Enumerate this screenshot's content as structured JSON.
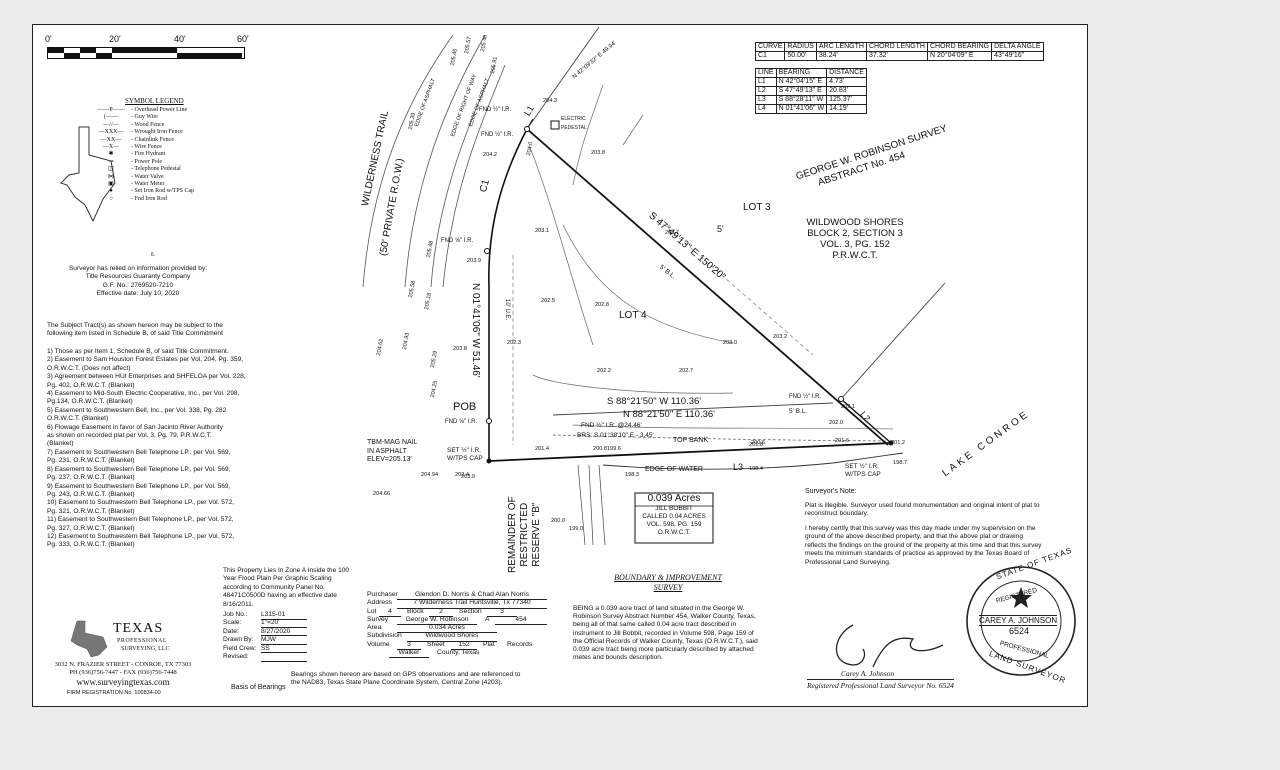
{
  "scale": {
    "labels": [
      "0'",
      "20'",
      "40'",
      "60'"
    ]
  },
  "legend": {
    "title": "SYMBOL LEGEND",
    "items": [
      {
        "sym": "——P——",
        "text": "- Overhead Power Line"
      },
      {
        "sym": "(——",
        "text": "- Guy Wire"
      },
      {
        "sym": "—//—",
        "text": "- Wood Fence"
      },
      {
        "sym": "—XXX—",
        "text": "- Wrought Iron Fence"
      },
      {
        "sym": "—XX—",
        "text": "- Chainlink Fence"
      },
      {
        "sym": "—X—",
        "text": "- Wire Fence"
      },
      {
        "sym": "✱",
        "text": "- Fire Hydrant"
      },
      {
        "sym": "⊸",
        "text": "- Power Pole"
      },
      {
        "sym": "◫",
        "text": "- Telephone Pedestal"
      },
      {
        "sym": "⋈",
        "text": "- Water Valve"
      },
      {
        "sym": "▣",
        "text": "- Water Meter"
      },
      {
        "sym": "●",
        "text": "- Set Iron Rod w/TPS Cap"
      },
      {
        "sym": "○",
        "text": "- Fnd Iron Rod"
      }
    ]
  },
  "title_note": {
    "lines": [
      "Surveyor has relied on information provided by:",
      "Title Resources Guaranty Company",
      "G.F. No.: 2769520-7210",
      "Effective date: July 10, 2020"
    ]
  },
  "schedule_b": {
    "intro": [
      "The Subject Tract(s) as shown hereon may be subject to the",
      "following item listed in Schedule B, of said Title Commitment"
    ],
    "items": [
      "1) Those as per Item 1, Schedule B, of said Title Commitment.",
      "2) Easement to Sam Houston Forest Estates per Vol. 204, Pg. 359,",
      "O.R.W.C.T. (Does not affect)",
      "3) Agreement between HUI Enterprises and SHFELOA per Vol. 228,",
      "Pg. 402, O.R.W.C.T. (Blanket)",
      "4) Easement to Mid-South Electric Cooperative, Inc., per Vol. 298,",
      "Pg.134, O.R.W.C.T. (Blanket)",
      "5) Easement to Southwestern Bell, Inc., per Vol. 338, Pg. 282",
      "O.R.W.C.T. (Blanket)",
      "6) Flowage Easement in favor of San Jacinto River Authority",
      "as shown on recorded plat per Vol. 3, Pg. 79, P.R.W.C.T.",
      "(Blanket)",
      "7) Easement to Southwestern Bell Telephone LP., per Vol. 569,",
      "Pg. 231, O.R.W.C.T. (Blanket)",
      "8) Easement to Southwestern Bell Telephone LP., per Vol. 569,",
      "Pg. 237, O.R.W.C.T. (Blanket)",
      "9) Easement to Southwestern Bell Telephone LP., per Vol. 569,",
      "Pg. 243, O.R.W.C.T. (Blanket)",
      "10) Easement to Southwestern Bell Telephone LP., per Vol. 572,",
      "Pg. 321, O.R.W.C.T. (Blanket)",
      "11) Easement to Southwestern Bell Telephone LP., per Vol. 572,",
      "Pg. 327, O.R.W.C.T. (Blanket)",
      "12) Easement to Southwestern Bell Telephone LP., per Vol. 572,",
      "Pg. 333, O.R.W.C.T. (Blanket)"
    ]
  },
  "curve_table": {
    "headers": [
      "CURVE",
      "RADIUS",
      "ARC LENGTH",
      "CHORD LENGTH",
      "CHORD BEARING",
      "DELTA ANGLE"
    ],
    "rows": [
      [
        "C1",
        "50.00'",
        "38.24'",
        "37.32'",
        "N 20°04'09\" E",
        "43°49'16\""
      ]
    ]
  },
  "line_table": {
    "headers": [
      "LINE",
      "BEARING",
      "DISTANCE"
    ],
    "rows": [
      [
        "L1",
        "N 42°04'15\" E",
        "4.73'"
      ],
      [
        "L2",
        "S 47°49'13\" E",
        "20.83'"
      ],
      [
        "L3",
        "S 88°28'11\" W",
        "125.37'"
      ],
      [
        "L4",
        "N 01°41'06\" W",
        "14.19'"
      ]
    ]
  },
  "plat": {
    "road": "WILDERNESS TRAIL",
    "road_row": "(50' PRIVATE R.O.W.)",
    "edge_asphalt": "EDGE OF ASPHALT",
    "edge_row": "EDGE OF RIGHT OF WAY",
    "survey": "GEORGE W. ROBINSON SURVEY",
    "abstract": "ABSTRACT No. 454",
    "lot3": "LOT 3",
    "lot4": "LOT 4",
    "five": "5'",
    "subdivision": [
      "WILDWOOD SHORES",
      "BLOCK 2, SECTION 3",
      "VOL. 3, PG. 152",
      "P.R.W.C.T."
    ],
    "lake": "LAKE CONROE",
    "bearing_ne": "S 47°49'13\" E 150'20\"",
    "bearing_w": "N 01°41'06\" W 51.46'",
    "bearing_s1": "S 88°21'50\" W 110.36'",
    "bearing_s2": "N 88°21'50\" E 110.36'",
    "brs": "BRS: S 01°38'10\" E - 3.45'",
    "top_bank": "TOP BANK",
    "edge_water": "EDGE OF WATER",
    "pob": "POB",
    "l1": "L1",
    "l2": "L2",
    "l3": "L3",
    "c1": "C1",
    "ue": "10' U.E.",
    "electric": "ELECTRIC PEDESTAL",
    "bl": "5' B.L.",
    "bl2": "5' B.L.",
    "tbm": [
      "TBM-MAG NAIL",
      "IN ASPHALT",
      "ELEV=205.13'"
    ],
    "set_ir_w": [
      "SET ½\" I.R.",
      "W/TPS CAP"
    ],
    "set_ir_e": [
      "SET ½\" I.R.",
      "W/TPS CAP"
    ],
    "fnd": [
      "FND ½\" I.R.",
      "FND ½\" I.R.",
      "FND ⅝\" I.R.",
      "FND ⅝\" I.R.",
      "FND ½\" I.R.",
      "FND ½\" I.R. @24.46'"
    ],
    "north_brg": "N 42°09'32\" E 49.94'",
    "remainder": [
      "REMAINDER OF",
      "RESTRICTED",
      "RESERVE \"B\""
    ],
    "elevs": [
      "204.3",
      "203.8",
      "204.2",
      "203.1",
      "203.7",
      "203.9",
      "203.0",
      "202.5",
      "202.8",
      "203.2",
      "202.3",
      "203.8",
      "202.2",
      "202.7",
      "203.1",
      "202.0",
      "201.8",
      "201.6",
      "201.2",
      "200.8",
      "201.4",
      "202.4",
      "203.9",
      "204.94",
      "204.66",
      "200.6",
      "199.6",
      "198.3",
      "198.4",
      "198.7",
      "199.0",
      "200.0",
      "204.0",
      "205.45",
      "205.39",
      "205.48",
      "205.58",
      "205.18",
      "204.93",
      "205.29",
      "204.62",
      "204.25",
      "205.46",
      "205.57",
      "205.91"
    ],
    "acres_box": [
      "0.039 Acres",
      "JILL BOBBIT",
      "CALLED 0.04 ACRES",
      "VOL. 598, PG. 159",
      "O.R.W.C.T."
    ]
  },
  "flood": [
    "This  Property Lies In Zone A Inside the 100",
    "Year Flood Plain Per Graphic Scaling",
    "according to Community Panel No.",
    "48471C0500D having an effective date",
    "8/16/2011."
  ],
  "job": {
    "labels": [
      "Job No.:",
      "Scale:",
      "Date:",
      "Drawn By:",
      "Field Crew:",
      "Revised:"
    ],
    "values": [
      "L315-01",
      "1\"=20'",
      "8/27/2020",
      "MJW",
      "SS",
      ""
    ]
  },
  "purchase": {
    "purchaser_label": "Purchaser",
    "purchaser": "Glendon D. Norris & Chad Alan Norris",
    "address_label": "Address",
    "address": "7 Wilderness Trail Huntsville, Tx 77340",
    "lot_label": "Lot",
    "lot": "4",
    "block_label": "Block",
    "block": "2",
    "section_label": "Section",
    "section": "3",
    "survey_label": "Survey",
    "survey": "George W. Robinson",
    "a_label": "A",
    "a": "454",
    "area_label": "Area",
    "area": "0.034 Acres",
    "subdivision_label": "Subdivision",
    "subdivision": "Wildwood Shores",
    "volume_label": "Volume",
    "volume": "3",
    "sheet_label": "Sheet",
    "sheet": "152",
    "plat_label": "Plat",
    "records_label": "Records",
    "county": "Walker",
    "county_label": "County, Texas"
  },
  "company": {
    "name": "TEXAS",
    "sub1": "PROFESSIONAL",
    "sub2": "SURVEYING, LLC",
    "addr": "3032 N. FRAZIER STREET - CONROE, TX 77303",
    "phone": "PH (936)756-7447  -  FAX (936)756-7448",
    "web": "www.surveyingtexas.com",
    "firm": "FIRM REGISTRATION No. 100834-00"
  },
  "gps": [
    "Bearings shown hereon are based on GPS observations and are referenced to",
    "the NAD83, Texas State Plane Coordinate System, Central Zone (4203)."
  ],
  "basis": "Basis of Bearings",
  "boundary": {
    "title": [
      "BOUNDARY & IMPROVEMENT",
      "SURVEY"
    ],
    "text": [
      "BEING a 0.039 acre tract of land situated in the George W.",
      "Robinson Survey Abstract Number 454, Walker County, Texas,",
      "being all of that same called 0.04 acre tract described in",
      "instrument to Jill Bobbit, recorded in Volume 598, Page 159 of",
      "the Official Records of Walker County, Texas (O.R.W.C.T.), said",
      "0.039 acre tract being more particularly described by attached",
      "metes and bounds description."
    ]
  },
  "notes": {
    "label": "Surveyor's Note:",
    "n1": [
      "Plat is illegible. Surveyor used found monumentation and original intent of plat to",
      "reconstruct boundary."
    ],
    "cert": [
      "I hereby certify that this survey was this day made under my supervision on the",
      "ground of the above described property, and that the above plat or drawing",
      "reflects the findings on the ground of the property at this time and that this survey",
      "meets the minimum standards of practice as approved by the Texas Board of",
      "Professional Land Surveying."
    ]
  },
  "signature": {
    "name": "Carey A. Johnson",
    "line": "Registered Professional Land Surveyor No. 6524"
  },
  "seal": {
    "state": "STATE OF TEXAS",
    "registered": "REGISTERED",
    "name": "CAREY A. JOHNSON",
    "number": "6524",
    "prof": "PROFESSIONAL",
    "land": "LAND SURVEYOR"
  },
  "misc": {
    "six": "6."
  }
}
